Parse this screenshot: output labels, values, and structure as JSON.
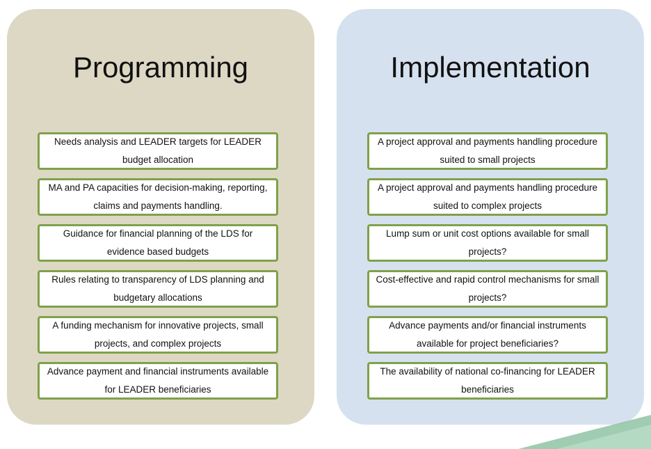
{
  "programming": {
    "title": "Programming",
    "items": [
      "Needs analysis and LEADER targets for LEADER budget allocation",
      "MA and PA capacities for decision-making, reporting, claims and payments handling.",
      "Guidance for financial planning of the LDS for evidence based budgets",
      "Rules relating to transparency of LDS planning and budgetary allocations",
      "A funding mechanism for innovative projects, small projects, and complex projects",
      "Advance payment and financial instruments available for LEADER beneficiaries"
    ]
  },
  "implementation": {
    "title": "Implementation",
    "items": [
      "A project approval and payments handling procedure suited to small projects",
      "A project approval and payments handling procedure suited to complex projects",
      "Lump sum or unit cost options available for small projects?",
      "Cost-effective and rapid control mechanisms for small projects?",
      "Advance payments and/or financial instruments available for project beneficiaries?",
      "The availability of national co-financing for LEADER beneficiaries"
    ]
  },
  "colors": {
    "programming_panel": "#ddd8c4",
    "implementation_panel": "#d6e1ef",
    "box_border": "#7fa14a",
    "deco_green": "#8fc3a3"
  }
}
